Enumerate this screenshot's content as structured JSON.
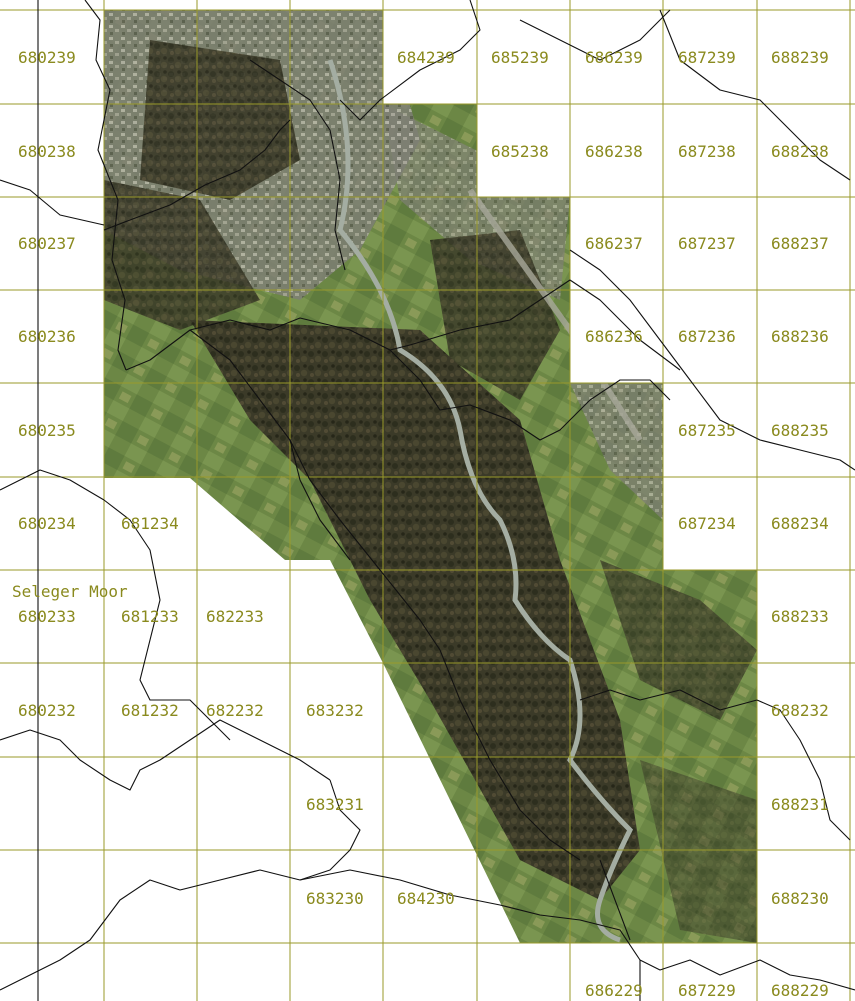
{
  "map": {
    "place_label": "Seleger Moor",
    "tiles": [
      {
        "id": "680239",
        "col": 0,
        "row": 0
      },
      {
        "id": "684239",
        "col": 4,
        "row": 0
      },
      {
        "id": "685239",
        "col": 5,
        "row": 0
      },
      {
        "id": "686239",
        "col": 6,
        "row": 0
      },
      {
        "id": "687239",
        "col": 7,
        "row": 0
      },
      {
        "id": "688239",
        "col": 8,
        "row": 0
      },
      {
        "id": "680238",
        "col": 0,
        "row": 1
      },
      {
        "id": "685238",
        "col": 5,
        "row": 1
      },
      {
        "id": "686238",
        "col": 6,
        "row": 1
      },
      {
        "id": "687238",
        "col": 7,
        "row": 1
      },
      {
        "id": "688238",
        "col": 8,
        "row": 1
      },
      {
        "id": "680237",
        "col": 0,
        "row": 2
      },
      {
        "id": "686237",
        "col": 6,
        "row": 2
      },
      {
        "id": "687237",
        "col": 7,
        "row": 2
      },
      {
        "id": "688237",
        "col": 8,
        "row": 2
      },
      {
        "id": "680236",
        "col": 0,
        "row": 3
      },
      {
        "id": "686236",
        "col": 6,
        "row": 3
      },
      {
        "id": "687236",
        "col": 7,
        "row": 3
      },
      {
        "id": "688236",
        "col": 8,
        "row": 3
      },
      {
        "id": "680235",
        "col": 0,
        "row": 4
      },
      {
        "id": "687235",
        "col": 7,
        "row": 4
      },
      {
        "id": "688235",
        "col": 8,
        "row": 4
      },
      {
        "id": "680234",
        "col": 0,
        "row": 5
      },
      {
        "id": "681234",
        "col": 1,
        "row": 5
      },
      {
        "id": "687234",
        "col": 7,
        "row": 5
      },
      {
        "id": "688234",
        "col": 8,
        "row": 5
      },
      {
        "id": "680233",
        "col": 0,
        "row": 6
      },
      {
        "id": "681233",
        "col": 1,
        "row": 6
      },
      {
        "id": "682233",
        "col": 2,
        "row": 6
      },
      {
        "id": "688233",
        "col": 8,
        "row": 6
      },
      {
        "id": "680232",
        "col": 0,
        "row": 7
      },
      {
        "id": "681232",
        "col": 1,
        "row": 7
      },
      {
        "id": "682232",
        "col": 2,
        "row": 7
      },
      {
        "id": "683232",
        "col": 3,
        "row": 7
      },
      {
        "id": "688232",
        "col": 8,
        "row": 7
      },
      {
        "id": "683231",
        "col": 3,
        "row": 8
      },
      {
        "id": "688231",
        "col": 8,
        "row": 8
      },
      {
        "id": "683230",
        "col": 3,
        "row": 9
      },
      {
        "id": "684230",
        "col": 4,
        "row": 9
      },
      {
        "id": "688230",
        "col": 8,
        "row": 9
      },
      {
        "id": "686229",
        "col": 6,
        "row": 10
      },
      {
        "id": "687229",
        "col": 7,
        "row": 10
      },
      {
        "id": "688229",
        "col": 8,
        "row": 10
      }
    ],
    "colors": {
      "grid": "#9a9a2a",
      "label": "#8a8a1e",
      "boundary": "#111111",
      "forest": "#3a3a26",
      "meadow": "#6f8a4a",
      "river": "#9aa59a",
      "town": "#8c8c84"
    }
  }
}
